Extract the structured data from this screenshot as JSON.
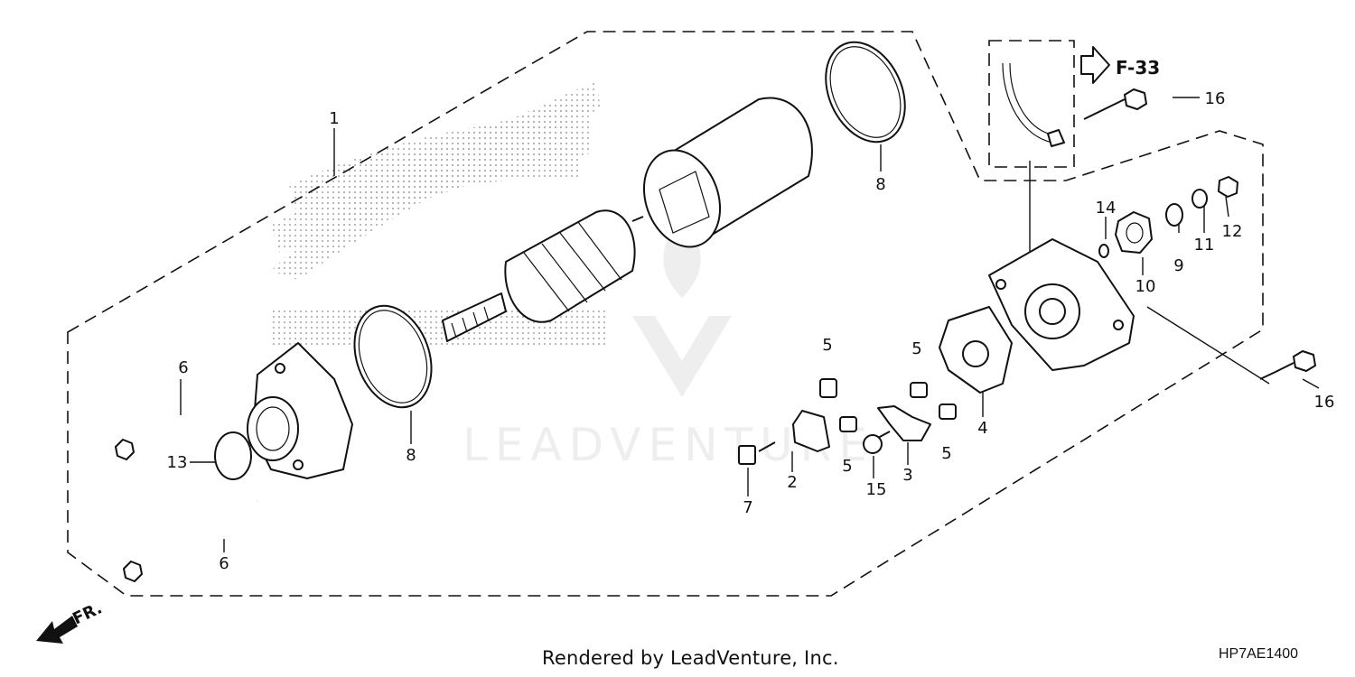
{
  "diagram": {
    "ref_label": "F-33",
    "front_label": "FR.",
    "watermark": "LEADVENTURE",
    "callouts": {
      "c1": "1",
      "c2": "2",
      "c3": "3",
      "c4": "4",
      "c5a": "5",
      "c5b": "5",
      "c5c": "5",
      "c5d": "5",
      "c6a": "6",
      "c6b": "6",
      "c7": "7",
      "c8a": "8",
      "c8b": "8",
      "c9": "9",
      "c10": "10",
      "c11": "11",
      "c12": "12",
      "c13": "13",
      "c14": "14",
      "c15": "15",
      "c16a": "16",
      "c16b": "16"
    }
  },
  "footer": {
    "credit": "Rendered by LeadVenture, Inc.",
    "code": "HP7AE1400"
  }
}
